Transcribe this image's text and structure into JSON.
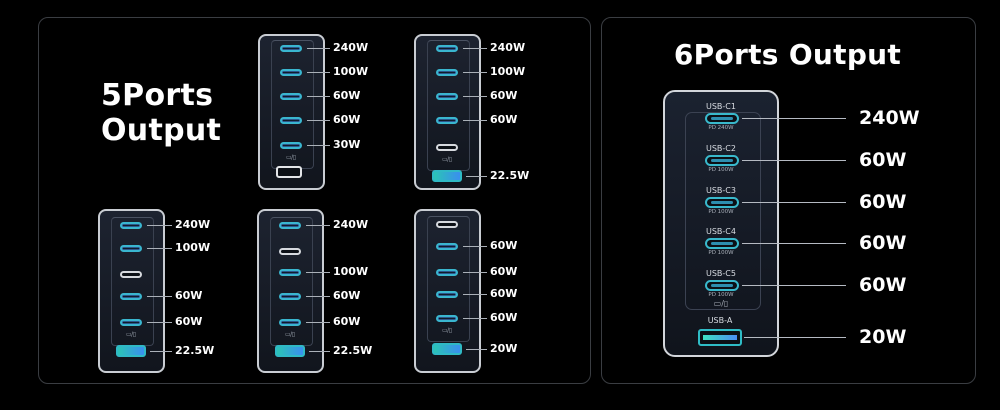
{
  "five_port": {
    "title_line1": "5Ports",
    "title_line2": "Output",
    "chargers": [
      {
        "ports": [
          {
            "type": "usb-c",
            "state": "active",
            "label": "240W"
          },
          {
            "type": "usb-c",
            "state": "active",
            "label": "100W"
          },
          {
            "type": "usb-c",
            "state": "active",
            "label": "60W"
          },
          {
            "type": "usb-c",
            "state": "active",
            "label": "60W"
          },
          {
            "type": "usb-c",
            "state": "active",
            "label": "30W"
          },
          {
            "type": "usb-a",
            "state": "inactive",
            "label": ""
          }
        ],
        "pd_icon": "▭/▯"
      },
      {
        "ports": [
          {
            "type": "usb-c",
            "state": "active",
            "label": "240W"
          },
          {
            "type": "usb-c",
            "state": "active",
            "label": "100W"
          },
          {
            "type": "usb-c",
            "state": "active",
            "label": "60W"
          },
          {
            "type": "usb-c",
            "state": "active",
            "label": "60W"
          },
          {
            "type": "usb-c",
            "state": "inactive",
            "label": ""
          },
          {
            "type": "usb-a",
            "state": "active",
            "label": "22.5W"
          }
        ],
        "pd_icon": "▭/▯"
      },
      {
        "ports": [
          {
            "type": "usb-c",
            "state": "active",
            "label": "240W"
          },
          {
            "type": "usb-c",
            "state": "active",
            "label": "100W"
          },
          {
            "type": "usb-c",
            "state": "inactive",
            "label": ""
          },
          {
            "type": "usb-c",
            "state": "active",
            "label": "60W"
          },
          {
            "type": "usb-c",
            "state": "active",
            "label": "60W"
          },
          {
            "type": "usb-a",
            "state": "active",
            "label": "22.5W"
          }
        ],
        "pd_icon": "▭/▯"
      },
      {
        "ports": [
          {
            "type": "usb-c",
            "state": "active",
            "label": "240W"
          },
          {
            "type": "usb-c",
            "state": "inactive",
            "label": ""
          },
          {
            "type": "usb-c",
            "state": "active",
            "label": "100W"
          },
          {
            "type": "usb-c",
            "state": "active",
            "label": "60W"
          },
          {
            "type": "usb-c",
            "state": "active",
            "label": "60W"
          },
          {
            "type": "usb-a",
            "state": "active",
            "label": "22.5W"
          }
        ],
        "pd_icon": "▭/▯"
      },
      {
        "ports": [
          {
            "type": "usb-c",
            "state": "inactive",
            "label": ""
          },
          {
            "type": "usb-c",
            "state": "active",
            "label": "60W"
          },
          {
            "type": "usb-c",
            "state": "active",
            "label": "60W"
          },
          {
            "type": "usb-c",
            "state": "active",
            "label": "60W"
          },
          {
            "type": "usb-c",
            "state": "active",
            "label": "60W"
          },
          {
            "type": "usb-a",
            "state": "active",
            "label": "20W"
          }
        ],
        "pd_icon": "▭/▯"
      }
    ]
  },
  "six_port": {
    "title": "6Ports Output",
    "ports": [
      {
        "name": "USB-C1",
        "spec": "PD 240W",
        "label": "240W"
      },
      {
        "name": "USB-C2",
        "spec": "PD 100W",
        "label": "60W"
      },
      {
        "name": "USB-C3",
        "spec": "PD 100W",
        "label": "60W"
      },
      {
        "name": "USB-C4",
        "spec": "PD 100W",
        "label": "60W"
      },
      {
        "name": "USB-C5",
        "spec": "PD 100W",
        "label": "60W"
      },
      {
        "name": "USB-A",
        "spec": "",
        "label": "20W"
      }
    ],
    "pd_icon": "▭/▯"
  },
  "colors": {
    "background": "#000000",
    "panel_border": "#3a3d42",
    "port_active": "#3db8c8",
    "port_inactive": "#d6d9de",
    "accent_gradient_start": "#39e0c4",
    "accent_gradient_end": "#4a8df2"
  }
}
